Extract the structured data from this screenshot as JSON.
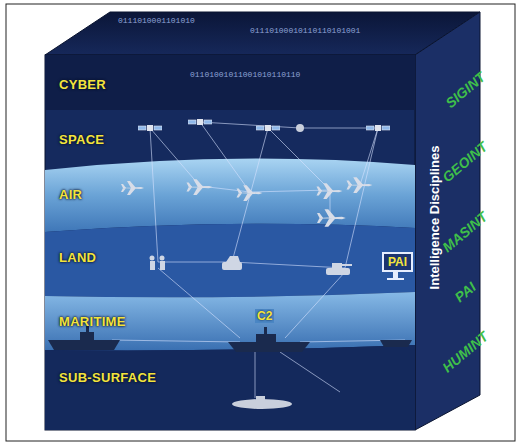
{
  "diagram": {
    "nodes": [
      {
        "text": [
          "CYBER"
        ]
      },
      {
        "text": [
          "SPACE"
        ]
      },
      {
        "text": [
          "AIR"
        ]
      },
      {
        "text": [
          "LAND"
        ]
      },
      {
        "text": [
          "MARITIME"
        ]
      },
      {
        "text": [
          "SUB-SURFACE"
        ]
      },
      {
        "text": [
          "PAI"
        ],
        "in": 3
      },
      {
        "text": [
          "Intelligence Disciplines",
          "SIGINT",
          "GEOINT",
          "MASINT",
          "PAI",
          "HUMINT"
        ]
      }
    ],
    "labels": [
      "C2",
      "0111010001101010",
      "01110100010110110101001",
      "01101001011001010110110"
    ]
  }
}
